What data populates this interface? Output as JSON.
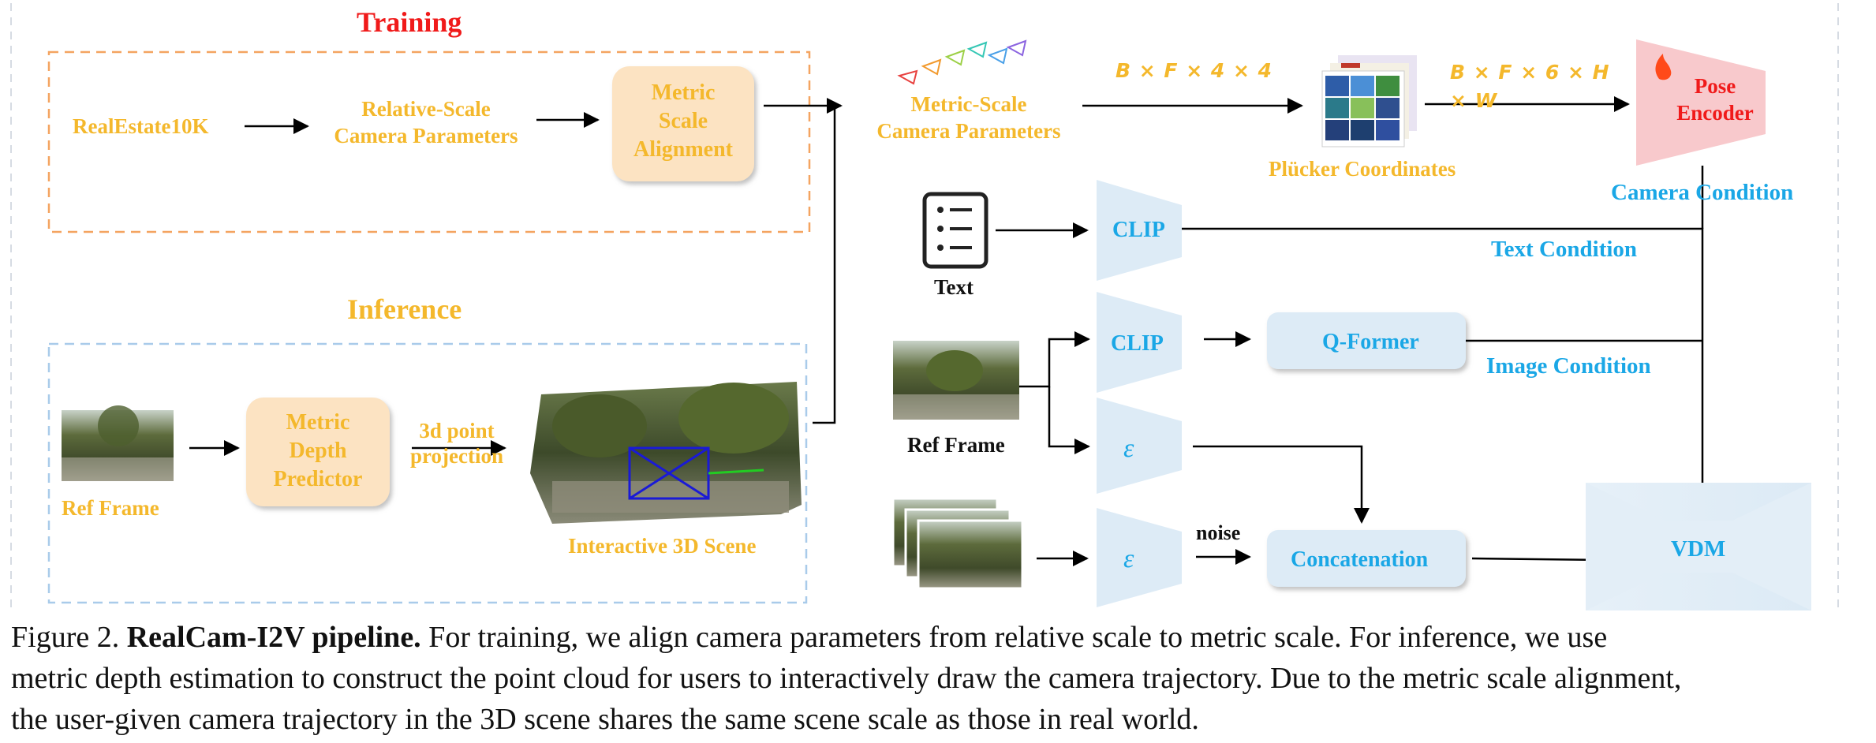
{
  "training": {
    "title": "Training",
    "realestate": "RealEstate10K",
    "relative_scale": [
      "Relative-Scale",
      "Camera Parameters"
    ],
    "metric_scale_alignment": [
      "Metric",
      "Scale",
      "Alignment"
    ]
  },
  "inference": {
    "title": "Inference",
    "ref_frame": "Ref Frame",
    "depth_predictor": [
      "Metric",
      "Depth",
      "Predictor"
    ],
    "projection": [
      "3d point",
      "projection"
    ],
    "scene": "Interactive 3D Scene"
  },
  "camera": {
    "metric_params": [
      "Metric-Scale",
      "Camera Parameters"
    ],
    "shape1": "B × F × 4 × 4",
    "plucker": "Plücker Coordinates",
    "shape2": [
      "B × F × 6 × H",
      "× W"
    ],
    "pose_encoder": [
      "Pose",
      "Encoder"
    ],
    "camera_condition": "Camera Condition"
  },
  "text_branch": {
    "text_label": "Text",
    "clip": "CLIP",
    "text_condition": "Text Condition"
  },
  "image_branch": {
    "clip": "CLIP",
    "qformer": "Q-Former",
    "image_condition": "Image Condition",
    "encoder": "ε",
    "ref_frame": "Ref Frame"
  },
  "noise_branch": {
    "encoder": "ε",
    "noise": "noise",
    "concat": "Concatenation",
    "vdm": "VDM"
  },
  "caption": {
    "line1_prefix": "Figure 2. ",
    "line1_bold": "RealCam-I2V pipeline.",
    "line1_rest": " For training, we align camera parameters from relative scale to metric scale. For inference, we use",
    "line2": "metric depth estimation to construct the point cloud for users to interactively draw the camera trajectory. Due to the metric scale alignment,",
    "line3": "the user-given camera trajectory in the 3D scene shares the same scene scale as those in real world."
  },
  "colors": {
    "orange": "#F4B82C",
    "blue": "#1AA7E6",
    "red": "#F01A1A",
    "orange_box": "#FCE3C2",
    "blue_box": "#DDEBF6",
    "pink_box": "#F8C9CC"
  }
}
